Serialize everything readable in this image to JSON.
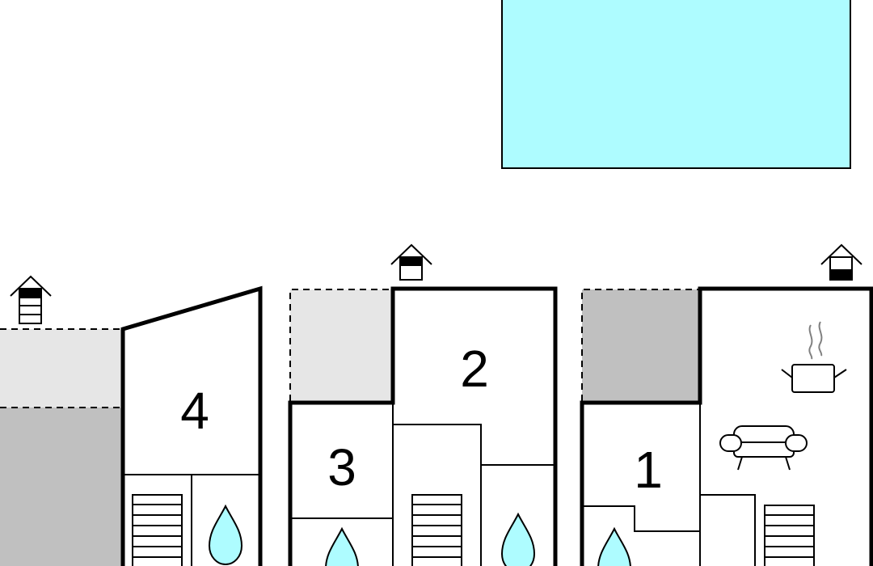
{
  "colors": {
    "pool": "#aefcff",
    "terrace_light": "#e6e6e6",
    "terrace_dark": "#c0c0c0",
    "wall": "#000000",
    "water": "#aefcff",
    "background": "#ffffff",
    "steam": "#808080"
  },
  "rooms": [
    {
      "id": "room-4",
      "label": "4"
    },
    {
      "id": "room-3",
      "label": "3"
    },
    {
      "id": "room-2",
      "label": "2"
    },
    {
      "id": "room-1",
      "label": "1"
    }
  ],
  "icons": [
    "house-icon",
    "stairs-icon",
    "water-drop-icon",
    "cooking-pot-icon",
    "sofa-icon"
  ]
}
